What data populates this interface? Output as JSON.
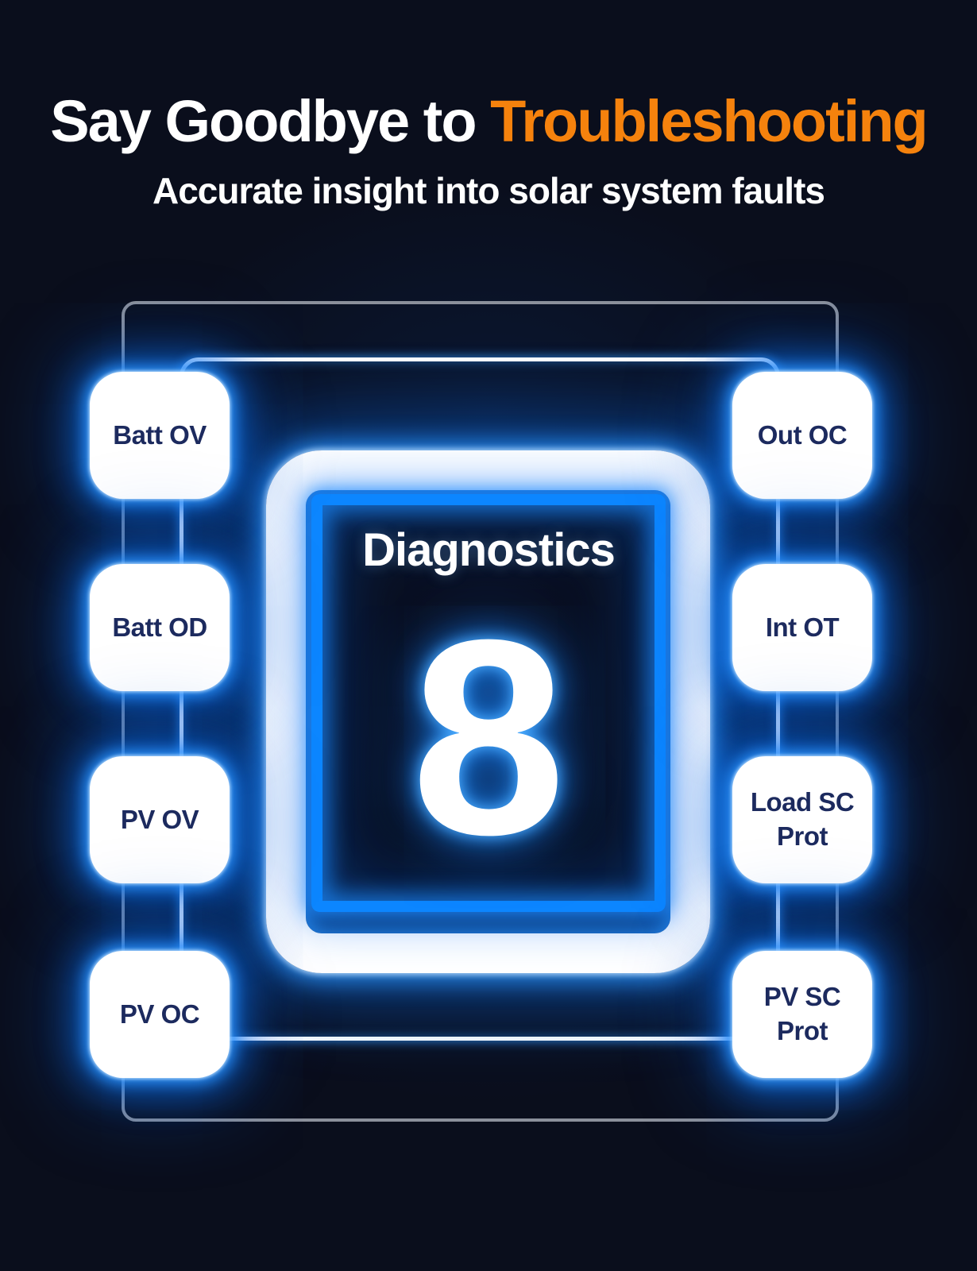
{
  "colors": {
    "background": "#0a0e1c",
    "glow_blue": "#0c86ff",
    "accent_orange": "#f5820d",
    "node_text": "#1c2a5e",
    "frame_gray": "#8b909b",
    "white": "#ffffff"
  },
  "header": {
    "title_prefix": "Say Goodbye to ",
    "title_accent": "Troubleshooting",
    "subtitle": "Accurate insight into solar system faults"
  },
  "center": {
    "label": "Diagnostics",
    "count": "8"
  },
  "nodes": {
    "left": [
      "Batt OV",
      "Batt OD",
      "PV OV",
      "PV OC"
    ],
    "right": [
      "Out OC",
      "Int OT",
      "Load SC\nProt",
      "PV SC\nProt"
    ]
  }
}
